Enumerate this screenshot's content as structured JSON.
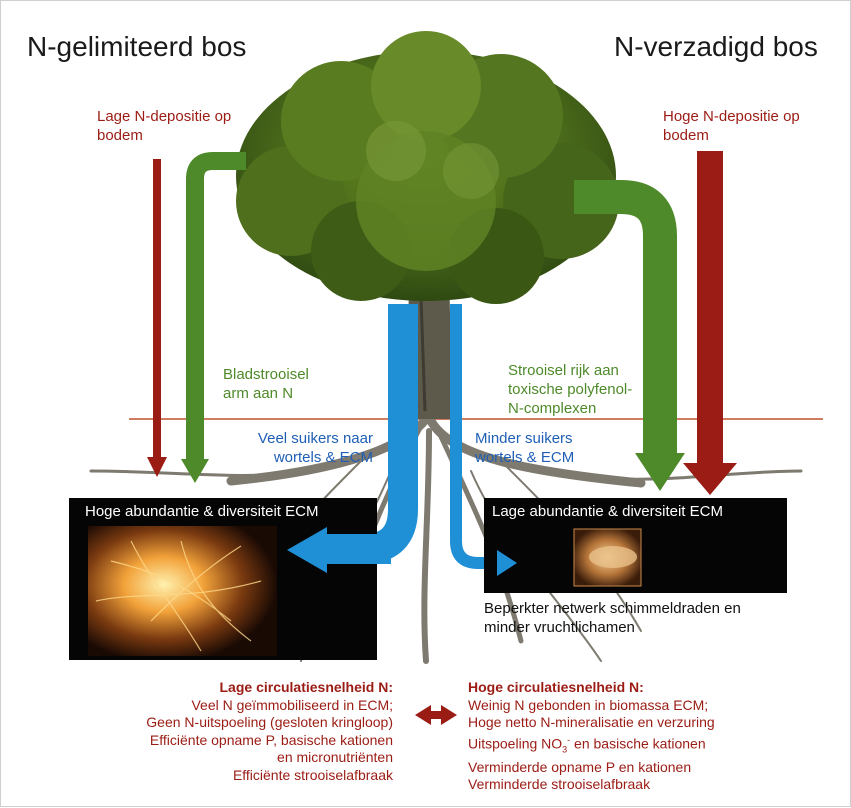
{
  "left_title": "N-gelimiteerd bos",
  "right_title": "N-verzadigd bos",
  "left_deposition": [
    "Lage N-depositie op",
    "bodem"
  ],
  "right_deposition": [
    "Hoge N-depositie op",
    "bodem"
  ],
  "left_litter": [
    "Bladstrooisel",
    "arm aan N"
  ],
  "right_litter": [
    "Strooisel rijk aan",
    "toxische polyfenol-",
    "N-complexen"
  ],
  "left_sugars": [
    "Veel suikers naar",
    "wortels & ECM"
  ],
  "right_sugars": [
    "Minder suikers",
    "wortels & ECM"
  ],
  "left_panel_title": "Hoge abundantie & diversiteit ECM",
  "right_panel_title": "Lage abundantie & diversiteit ECM",
  "right_panel_note": [
    "Beperkter netwerk schimmeldraden en",
    "minder vruchtlichamen"
  ],
  "left_summary": {
    "heading": "Lage circulatiesnelheid N:",
    "lines": [
      "Veel N geïmmobiliseerd in ECM;",
      "Geen N-uitspoeling (gesloten kringloop)",
      "Efficiënte opname P, basische kationen",
      "en micronutriënten",
      "Efficiënte strooiselafbraak"
    ]
  },
  "right_summary": {
    "heading": "Hoge circulatiesnelheid N:",
    "lines": [
      "Weinig N gebonden in biomassa ECM;",
      "Hoge netto N-mineralisatie en verzuring",
      "Uitspoeling NO",
      "Verminderde opname P en kationen",
      "Verminderde strooiselafbraak"
    ],
    "no3_sub": "3",
    "no3_sup": "-",
    "no3_rest": " en basische kationen"
  },
  "colors": {
    "red": "#9b1c14",
    "green": "#4e8a2a",
    "blue": "#1f8fd6",
    "text_blue": "#1f5fb5"
  }
}
